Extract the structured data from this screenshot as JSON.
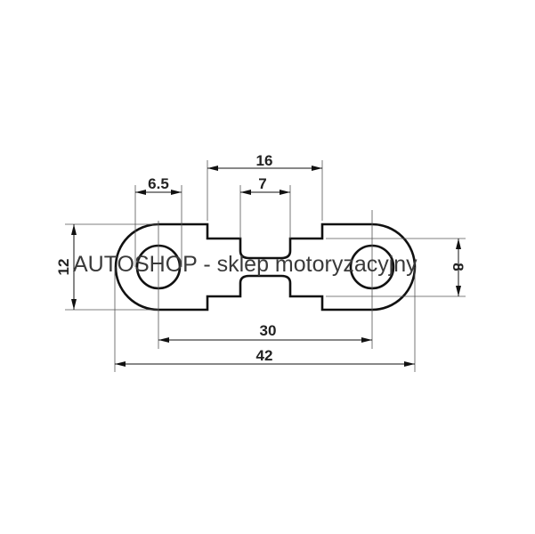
{
  "drawing": {
    "title": "Fuse dimension drawing",
    "dimensions": {
      "overall_length": "42",
      "hole_spacing": "30",
      "tab_width": "16",
      "waist_width": "7",
      "hole_diameter": "6.5",
      "height": "12",
      "inner_height": "8"
    },
    "line_color": "#111111"
  },
  "watermark": "AUTOSHOP - sklep motoryzacyjny"
}
